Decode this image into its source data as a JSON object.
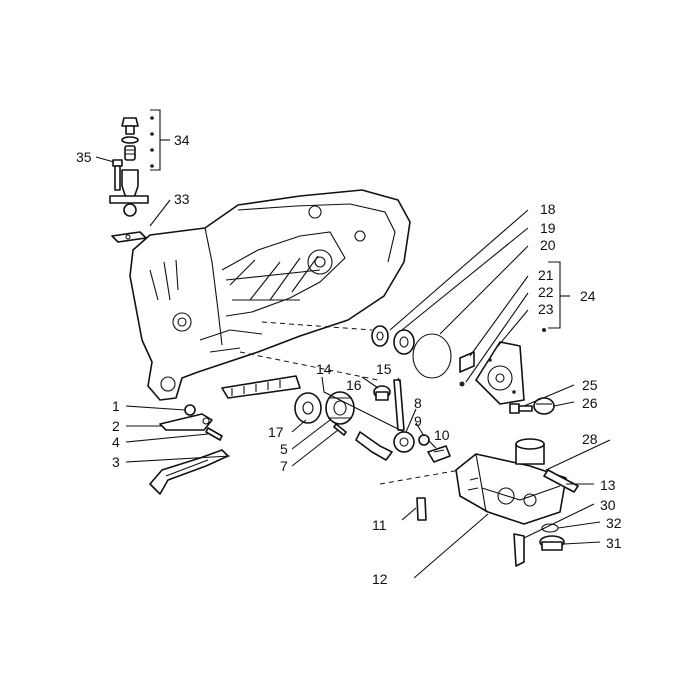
{
  "callouts": [
    {
      "id": "c1",
      "text": "1"
    },
    {
      "id": "c2",
      "text": "2"
    },
    {
      "id": "c3",
      "text": "3"
    },
    {
      "id": "c4",
      "text": "4"
    },
    {
      "id": "c5",
      "text": "5"
    },
    {
      "id": "c7",
      "text": "7"
    },
    {
      "id": "c8",
      "text": "8"
    },
    {
      "id": "c9",
      "text": "9"
    },
    {
      "id": "c10",
      "text": "10"
    },
    {
      "id": "c11",
      "text": "11"
    },
    {
      "id": "c12",
      "text": "12"
    },
    {
      "id": "c13",
      "text": "13"
    },
    {
      "id": "c14",
      "text": "14"
    },
    {
      "id": "c15",
      "text": "15"
    },
    {
      "id": "c16",
      "text": "16"
    },
    {
      "id": "c17",
      "text": "17"
    },
    {
      "id": "c18",
      "text": "18"
    },
    {
      "id": "c19",
      "text": "19"
    },
    {
      "id": "c20",
      "text": "20"
    },
    {
      "id": "c21",
      "text": "21"
    },
    {
      "id": "c22",
      "text": "22"
    },
    {
      "id": "c23",
      "text": "23"
    },
    {
      "id": "c24",
      "text": "24"
    },
    {
      "id": "c25",
      "text": "25"
    },
    {
      "id": "c26",
      "text": "26"
    },
    {
      "id": "c28",
      "text": "28"
    },
    {
      "id": "c30",
      "text": "30"
    },
    {
      "id": "c31",
      "text": "31"
    },
    {
      "id": "c32",
      "text": "32"
    },
    {
      "id": "c33",
      "text": "33"
    },
    {
      "id": "c34",
      "text": "34"
    },
    {
      "id": "c35",
      "text": "35"
    }
  ]
}
